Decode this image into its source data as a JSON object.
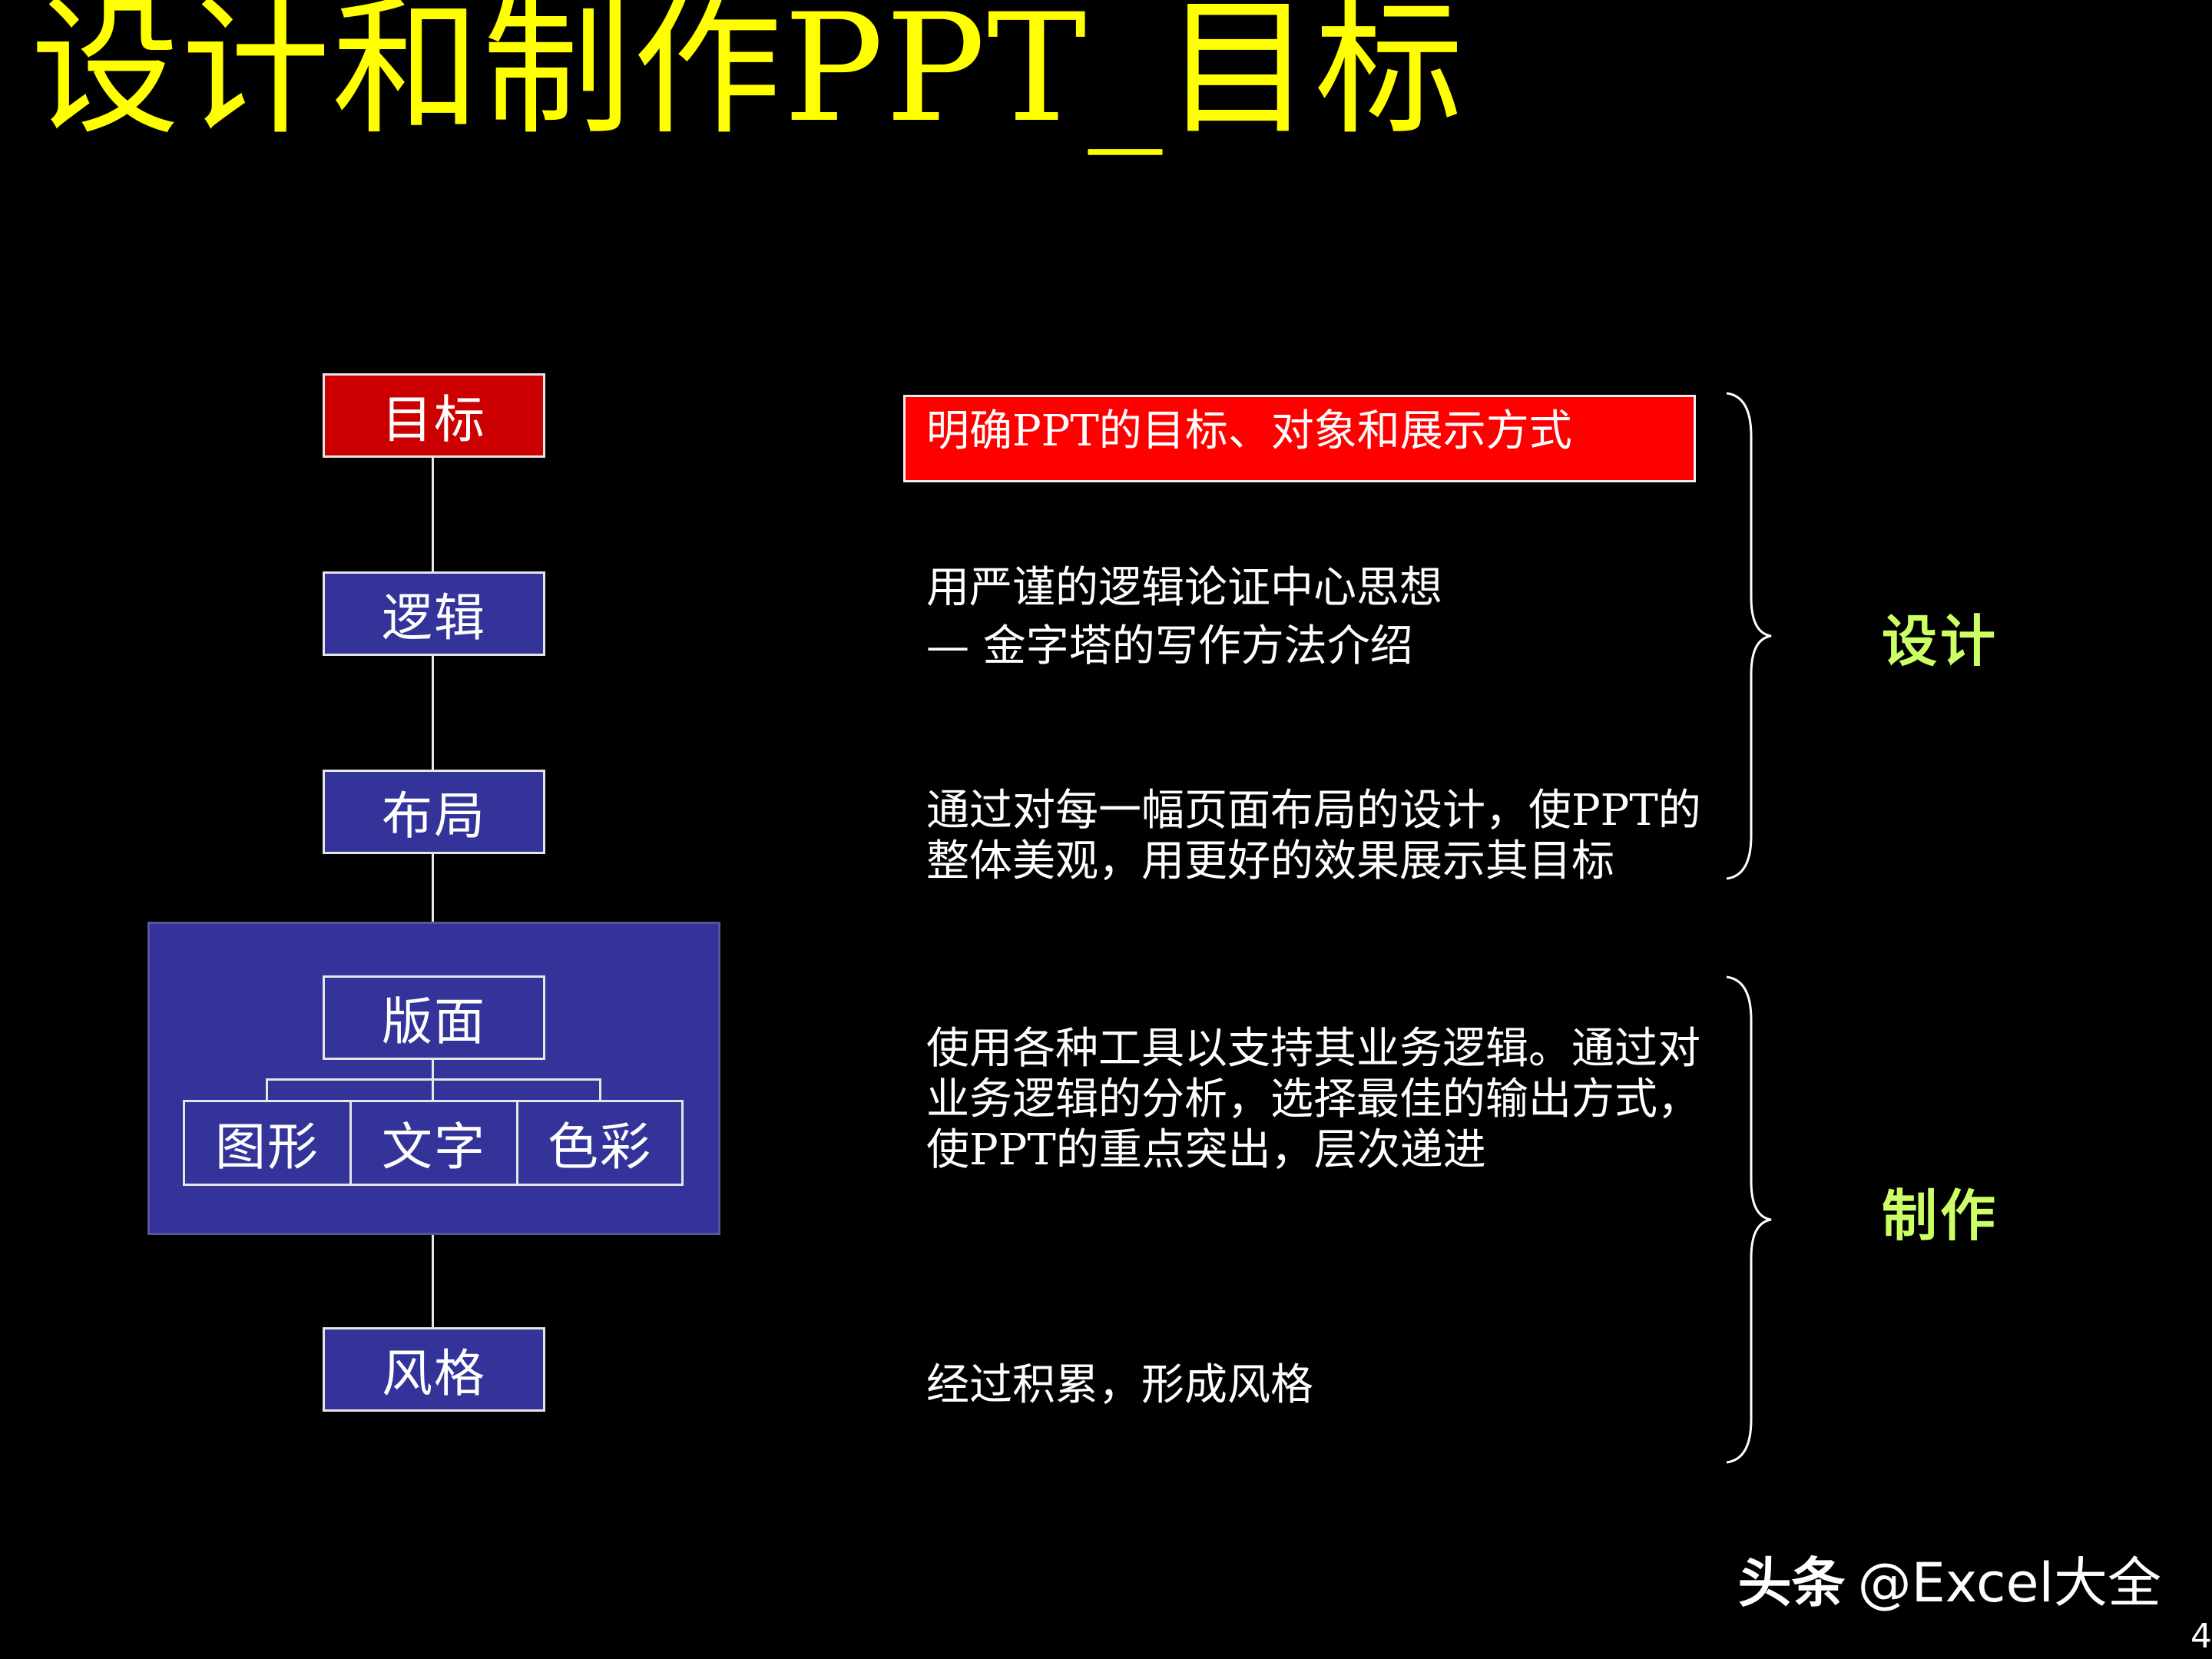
{
  "title": "设计和制作PPT_目标",
  "flow": {
    "goal": "目标",
    "logic": "逻辑",
    "layout": "布局",
    "group": {
      "page": "版面",
      "items": [
        "图形",
        "文字",
        "色彩"
      ]
    },
    "style": "风格"
  },
  "descriptions": {
    "goal": "明确PPT的目标、对象和展示方式",
    "logic_line1": "用严谨的逻辑论证中心思想",
    "logic_line2": "— 金字塔的写作方法介绍",
    "layout_line1": "通过对每一幅页面布局的设计，使PPT的",
    "layout_line2": "整体美观，用更好的效果展示其目标",
    "page_line1": "使用各种工具以支持其业务逻辑。通过对",
    "page_line2": "业务逻辑的分析，选择最佳的输出方式，",
    "page_line3": "使PPT的重点突出，层次递进",
    "style": "经过积累，形成风格"
  },
  "phases": {
    "design": "设计",
    "make": "制作"
  },
  "watermark": {
    "brand": "头条",
    "handle": "@Excel大全"
  },
  "page_number": "4",
  "colors": {
    "background": "#000000",
    "title": "#ffff00",
    "goal_fill": "#cc0000",
    "node_fill": "#333399",
    "highlight_bar": "#ff0000",
    "phase_label": "#ccff66"
  }
}
